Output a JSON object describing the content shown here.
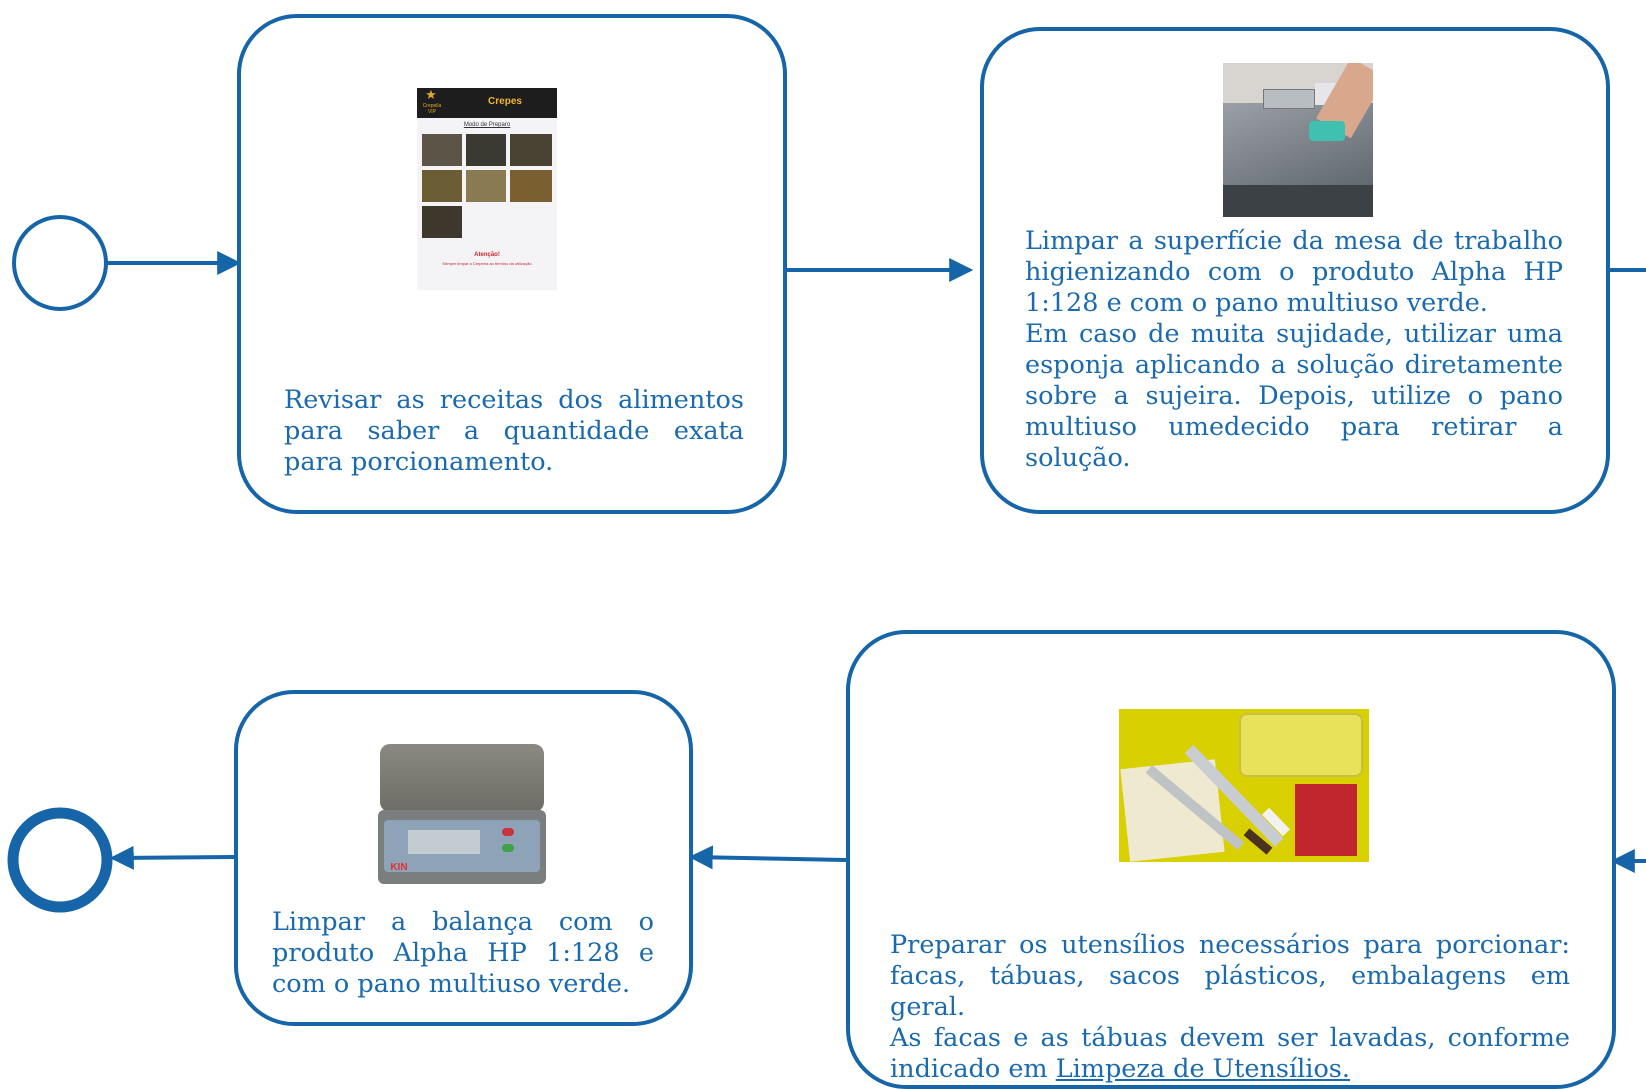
{
  "flow": {
    "step1": {
      "image": "recipe-card-photo",
      "card_header": "Crepes",
      "card_brand": "Crepeila VIP",
      "card_subtitle": "Modo de Preparo",
      "card_warning_title": "Atenção!",
      "card_warning_text": "Sempre limpar a Crepeira ao término da utilização",
      "text": "Revisar as receitas dos alimentos para saber a quantidade exata para porcionamento."
    },
    "step2": {
      "image": "cleaning-table-photo",
      "text_p1": "Limpar a superfície da mesa de trabalho higienizando com o produto Alpha HP 1:128 e com o pano multiuso verde.",
      "text_p2": "Em caso de muita sujidade, utilizar uma esponja  aplicando a solução diretamente sobre a sujeira. Depois, utilize o pano multiuso umedecido para retirar a solução."
    },
    "step3": {
      "image": "utensils-photo",
      "text_p1": "Preparar os utensílios necessários para porcionar: facas, tábuas, sacos plásticos, embalagens em geral.",
      "text_p2_pre": "As facas e as tábuas devem ser lavadas, conforme indicado em ",
      "text_p2_link": "Limpeza de Utensílios."
    },
    "step4": {
      "image": "scale-photo",
      "scale_brand": "KIN",
      "text": "Limpar a balança com o produto Alpha HP 1:128 e com o pano multiuso verde."
    }
  },
  "colors": {
    "stroke": "#1565a8",
    "text": "#1a6aad"
  }
}
